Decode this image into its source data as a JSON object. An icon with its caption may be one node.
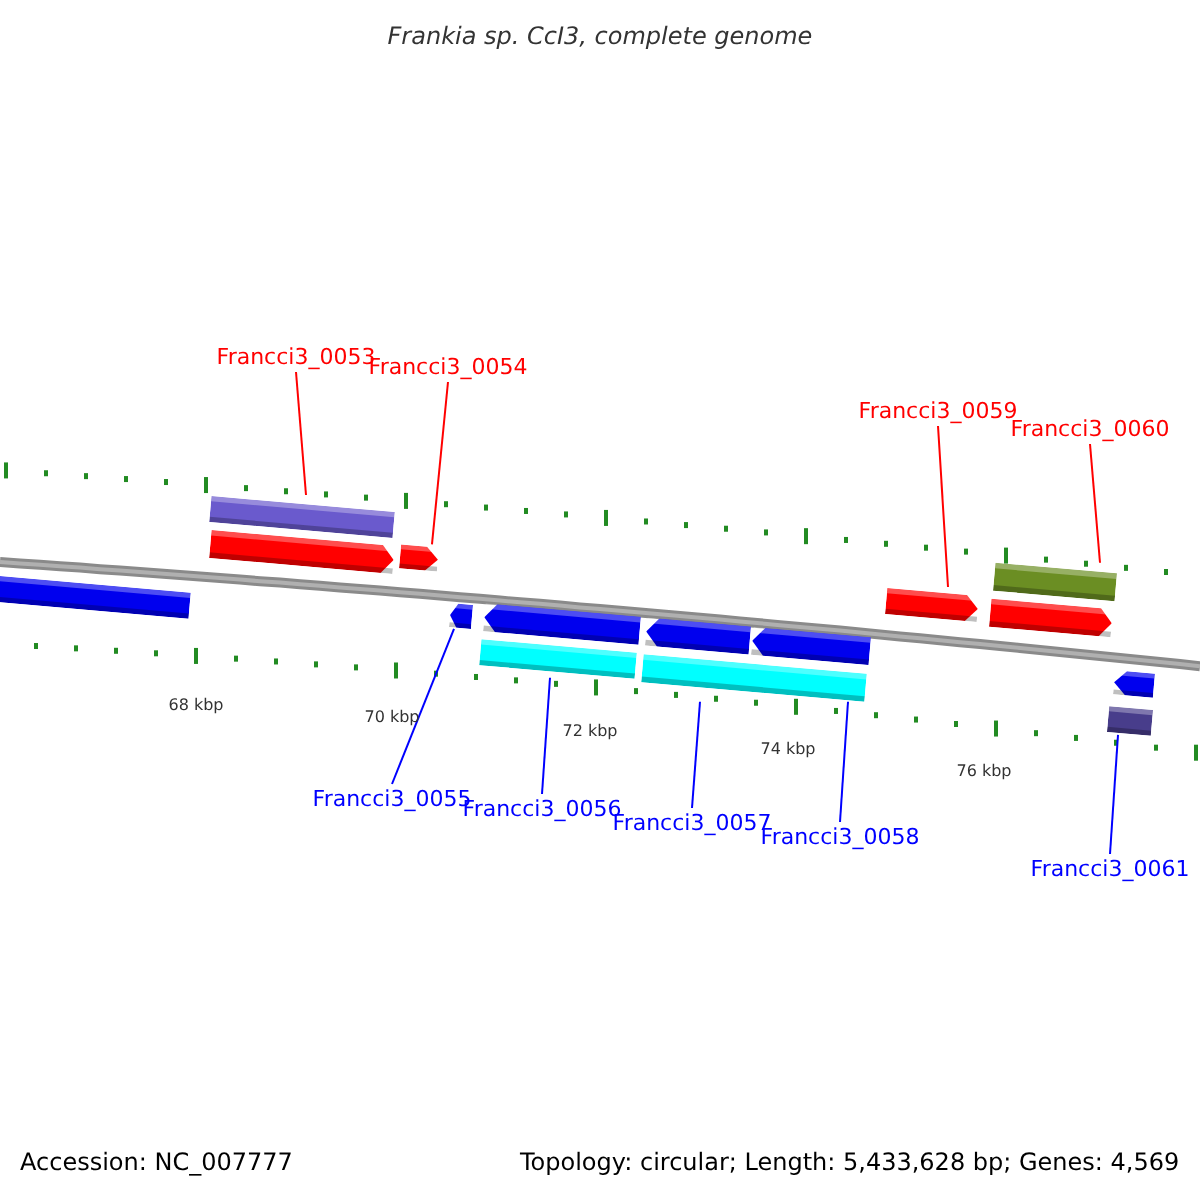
{
  "diagram": {
    "title": "Frankia sp. CcI3, complete genome",
    "nodes": [
      {
        "text": [
          "Francci3_0053"
        ]
      },
      {
        "text": [
          "Francci3_0054"
        ]
      },
      {
        "text": [
          "Francci3_0059"
        ]
      },
      {
        "text": [
          "Francci3_0060"
        ]
      },
      {
        "text": [
          "Francci3_0055"
        ]
      },
      {
        "text": [
          "Francci3_0056"
        ]
      },
      {
        "text": [
          "Francci3_0057"
        ]
      },
      {
        "text": [
          "Francci3_0058"
        ]
      },
      {
        "text": [
          "Francci3_0061"
        ]
      },
      {
        "text": [],
        "shape": "bar"
      },
      {
        "text": [],
        "shape": "bar"
      },
      {
        "text": [],
        "shape": "arrow"
      },
      {
        "text": [],
        "shape": "arrow"
      },
      {
        "text": [],
        "shape": "arrow"
      },
      {
        "text": [],
        "shape": "arrow"
      },
      {
        "text": [],
        "shape": "bar"
      },
      {
        "text": [],
        "shape": "arrow"
      },
      {
        "text": [],
        "shape": "arrow"
      },
      {
        "text": [],
        "shape": "bar"
      },
      {
        "text": [],
        "shape": "arrow"
      },
      {
        "text": [],
        "shape": "arrow"
      },
      {
        "text": [],
        "shape": "bar"
      },
      {
        "text": [],
        "shape": "arrow"
      },
      {
        "text": [],
        "shape": "bar"
      }
    ],
    "edges": [
      {
        "from": 0,
        "to": 10,
        "arrow": "none",
        "color": "#ff0000"
      },
      {
        "from": 1,
        "to": 12,
        "arrow": "none",
        "color": "#ff0000"
      },
      {
        "from": 2,
        "to": 19,
        "arrow": "none",
        "color": "#ff0000"
      },
      {
        "from": 3,
        "to": 21,
        "arrow": "none",
        "color": "#ff0000"
      },
      {
        "from": 4,
        "to": 13,
        "arrow": "none",
        "color": "#0000ff"
      },
      {
        "from": 5,
        "to": 15,
        "arrow": "none",
        "color": "#0000ff"
      },
      {
        "from": 6,
        "to": 18,
        "arrow": "none",
        "color": "#0000ff"
      },
      {
        "from": 7,
        "to": 18,
        "arrow": "none",
        "color": "#0000ff"
      },
      {
        "from": 8,
        "to": 23,
        "arrow": "none",
        "color": "#0000ff"
      }
    ],
    "labels": [
      "68 kbp",
      "70 kbp",
      "72 kbp",
      "74 kbp",
      "76 kbp",
      "Accession: NC_007777",
      "Topology: circular; Length: 5,433,628 bp; Genes: 4,569"
    ]
  }
}
